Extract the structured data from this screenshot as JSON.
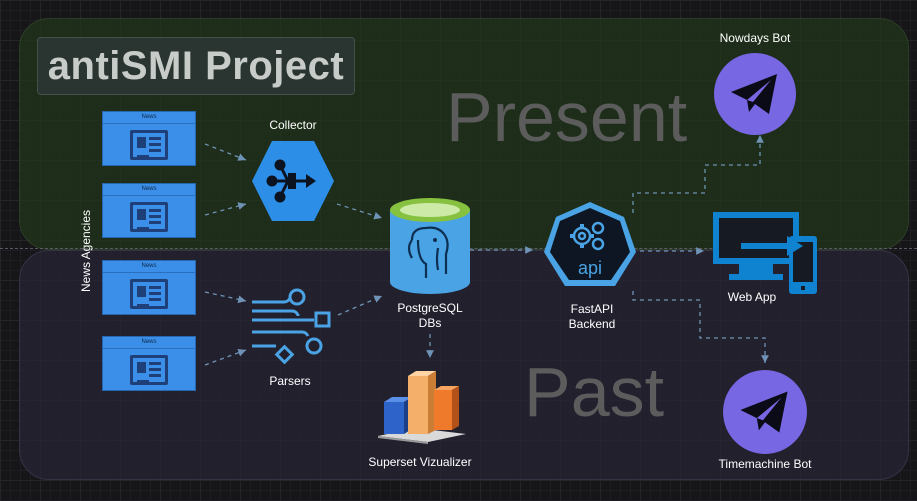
{
  "title": "antiSMI Project",
  "zones": {
    "present": "Present",
    "past": "Past"
  },
  "news_agencies": {
    "label": "News Agencies",
    "items": [
      {
        "header": "News"
      },
      {
        "header": "News"
      },
      {
        "header": "News"
      },
      {
        "header": "News"
      }
    ]
  },
  "nodes": {
    "collector": "Collector",
    "parsers": "Parsers",
    "db_line1": "PostgreSQL",
    "db_line2": "DBs",
    "api_badge": "api",
    "backend_line1": "FastAPI",
    "backend_line2": "Backend",
    "superset": "Superset Vizualizer",
    "nowdays_bot": "Nowdays Bot",
    "web_app": "Web App",
    "timemachine_bot": "Timemachine Bot"
  },
  "colors": {
    "present_zone": "#20341a",
    "past_zone": "#282434",
    "news_blue": "#3b8fe8",
    "collector_blue": "#2c8ee6",
    "db_blue": "#4aa3e4",
    "db_top": "#86c23f",
    "bot_purple": "#7767e3",
    "webapp_blue": "#0f83cf",
    "arrow": "#6f93b6"
  },
  "icons": {
    "collector": "collector-hexagon-icon",
    "parsers": "parsers-icon",
    "database": "postgresql-elephant-icon",
    "backend": "fastapi-gears-icon",
    "superset": "bar-chart-icon",
    "bot": "telegram-icon",
    "webapp": "monitor-icon"
  }
}
